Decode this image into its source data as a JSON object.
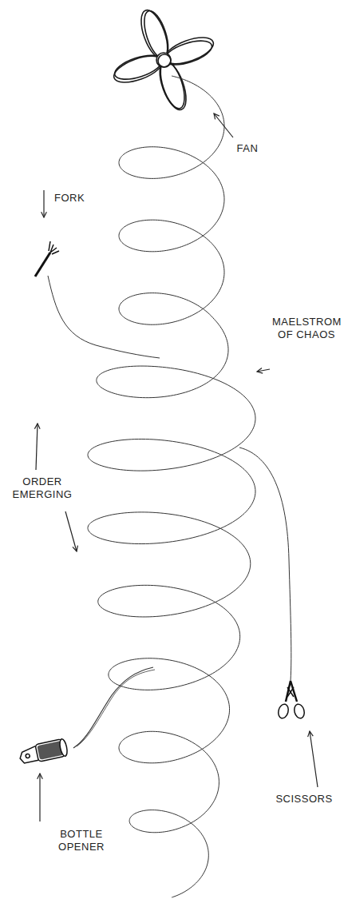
{
  "diagram": {
    "labels": [
      "FAN",
      "FORK",
      "MAELSTROM OF CHAOS",
      "ORDER EMERGING",
      "BOTTLE OPENER",
      "SCISSORS"
    ]
  }
}
